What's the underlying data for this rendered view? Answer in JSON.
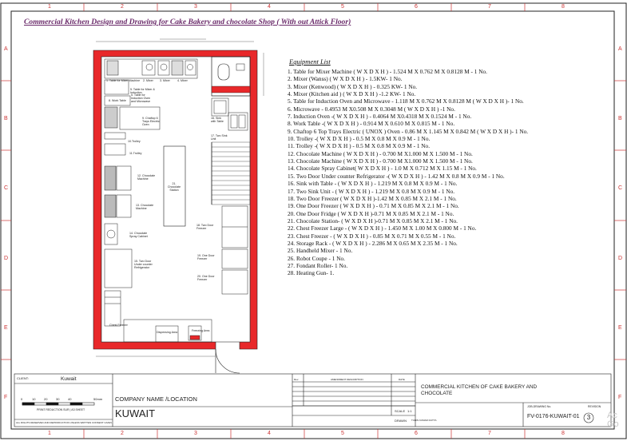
{
  "title": "Commercial Kitchen Design and Drawing for Cake Bakery and  chocolate Shop ( With out Attick Floor)",
  "border": {
    "top_columns": [
      "1",
      "2",
      "3",
      "4",
      "5",
      "6",
      "7",
      "8"
    ],
    "side_rows": [
      "A",
      "B",
      "C",
      "D",
      "E",
      "F"
    ]
  },
  "equipment": {
    "heading": "Equipment List",
    "items": [
      "1. Table for Mixer Machine  ( W X D X H ) - 1.524 M X 0.762 M X 0.8128 M -  1 No.",
      "2. Mixer (Wanss) ( W X D X H ) - 1.5KW-  1 No.",
      "3. Mixer (Kenwood) ( W X D X H ) - 0.325 KW-  1 No.",
      "4. Mixer (Kitchen aid )  ( W X D X H ) -1.2 KW-  1 No.",
      "5. Table for Induction Oven and Microwave  - 1.118 M X 0.762 M X 0.8128 M ( W X D X H )- 1 No.",
      "6. Microwave - 0.4953 M X0.508 M X 0.3048 M ( W X D X H ) -1 No.",
      "7. Induction Oven -( W X D X H ) - 0.4064 M X0.4318 M X 0.1524 M -  1 No.",
      "8. Work Table -( W X D X H ) - 0.914 M X 0.610 M X 0.815 M -  1 No.",
      "9. Chaftop 6 Top Trays Electric ( UNOX ) Oven - 0.86 M X 1.145 M X 0.842 M ( W X D X H )- 1 No.",
      "10. Trolley  -( W X D X H ) - 0.5 M X 0.8 M X 0.9 M -  1 No.",
      "11. Trolley  -( W X D X H ) - 0.5 M X 0.8 M X 0.9 M -  1 No.",
      "12. Chocolate Machine  ( W X D X H ) - 0.700 M X1.000 M X 1.500 M -  1 No.",
      "13. Chocolate Machine  ( W X D X H ) - 0.700 M X1.000 M X 1.500 M -  1 No.",
      "14. Chocolate Spray Cabinet( W X D X H ) - 1.0 M X 0.712 M X 1.15 M -  1 No.",
      "15. Two Door Under counter Refrigerator -( W X D X H ) - 1.42 M X 0.8 M X 0.9 M -  1 No.",
      "16. Sink with Table - ( W X D X H ) - 1.219 M X 0.8 M X 0.9 M -  1 No.",
      "17. Two Sink Unit - ( W X D X H ) - 1.219 M X 0.8 M X 0.9 M -  1 No.",
      "18. Two  Door Freezer ( W X D X H )-1.42 M X 0.85 M X 2.1 M -  1 No.",
      "19. One  Door Freezer ( W X D X H ) - 0.71 M X 0.85 M X 2.1 M -  1 No.",
      "20. One  Door Fridge  ( W X D X H )-0.71 M X 0.85 M X 2.1 M -  1 No.",
      "21. Chocolate Station-  ( W X D X H )-0.71 M X 0.85 M X 2.1 M -  1 No.",
      "22. Chest Freezer Large - ( W X D X H ) - 1.450 M X 1.00 M X 0.800 M -  1 No.",
      "23. Chest Freezer  - ( W X D X H ) - 0.85 M X 0.71 M X 0.55 M -  1 No.",
      "24. Storage Rack - ( W X D X H ) - 2.286 M X 0.65 M X 2.35 M -  1 No.",
      "25. Handheld Mixer - 1 No.",
      "26. Robot Coupe - 1 No.",
      "27. Fondant Roller- 1 No.",
      "28. Heating Gun- 1."
    ]
  },
  "plan_labels": {
    "l1": "1. Table for Mixer Machine",
    "l2": "2. Mixer",
    "l3": "3. Mixer",
    "l4": "4. Mixer",
    "l5": "5. Table for Induction Oven and Microwave",
    "l5b": "5. Table for Mixer & Induction",
    "l8": "8. Work Table",
    "l9": "9. Chaftop 6 Trays Electric Oven",
    "l10": "10.Trolley",
    "l11": "11.Trolley",
    "l12": "12. Chocolate Machine",
    "l13": "13. Chocolate Machine",
    "l14": "14. Chocolate Spray Cabinet",
    "l15": "15. Two Door Under counter Refrigerator",
    "l16": "16. Sink with Table",
    "l17": "17. Two Sink Unit",
    "l18": "18. Two Door Freezer",
    "l19": "19. One Door Freezer",
    "l20": "20. One Door Freezer",
    "l21": "21. Chocolate Station",
    "l22": "Chest Freezer",
    "l23": "Freezing Area",
    "l24": "Dispensing Area"
  },
  "title_block": {
    "client_label": "CLIENT:",
    "client_value": "Kuwait",
    "company_label": "COMPANY NAME /LOCATION",
    "company_value": "KUWAIT",
    "scale_caption": "PRINT REDUCTION SUR | A3 SHEET",
    "scale_ticks": [
      "0",
      "10",
      "20",
      "30",
      "40",
      "50mm"
    ],
    "copyright": "ALL RIGHTS RESERVED AND REPRODUCTION UNLESS WRITTEN CONSENT GIVEN",
    "rev_headers": [
      "Rev.",
      "AMENDMENT DESCRIPTION",
      "DATE"
    ],
    "drawing_title": "COMMERCIAL KITCHEN OF CAKE  BAKERY AND CHOCOLATE",
    "scale_label": "SCALE",
    "scale_value": "1:1",
    "drawn_label": "DRAWN",
    "drawn_value": "TUHIN KUMAR DUTTA",
    "job_label": "JOB-DRAWING No.",
    "job_value": "FV-0176-KUWAIT-01",
    "revision_label": "REVISION",
    "revision_value": "3"
  },
  "watermark": "Ac Go"
}
